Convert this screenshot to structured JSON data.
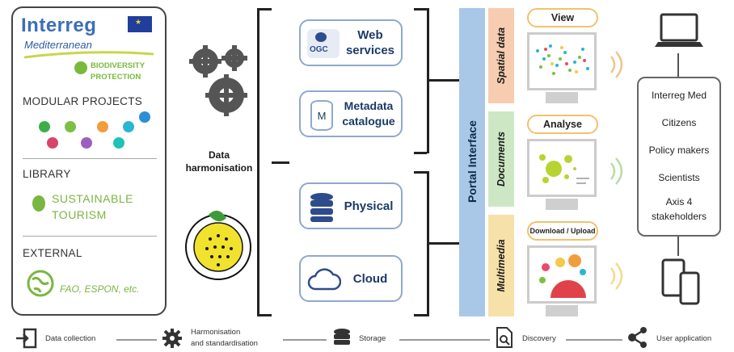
{
  "sources": {
    "logo": {
      "interreg": "Interreg",
      "mediterranean": "Mediterranean",
      "project_line1": "BIODIVERSITY",
      "project_line2": "PROTECTION"
    },
    "modular_projects": "MODULAR PROJECTS",
    "library": "LIBRARY",
    "tourism_line1": "SUSTAINABLE",
    "tourism_line2": "TOURISM",
    "external": "EXTERNAL",
    "external_sources": "FAO, ESPON, etc.",
    "project_dot_colors": [
      "#3fae49",
      "#7bc043",
      "#f39c3b",
      "#2ab5d1",
      "#d9446a",
      "#9b5fc0",
      "#1ec3b6",
      "#2c8fd6"
    ]
  },
  "harmonisation": {
    "label_line1": "Data",
    "label_line2": "harmonisation"
  },
  "storage": {
    "web_line1": "Web",
    "web_line2": "services",
    "web_logo": "OGC",
    "meta_line1": "Metadata",
    "meta_line2": "catalogue",
    "meta_logo": "M",
    "physical": "Physical",
    "cloud": "Cloud"
  },
  "portal": {
    "title": "Portal Interface",
    "tabs": [
      {
        "label": "Spatial data",
        "color": "#f7ccb0"
      },
      {
        "label": "Documents",
        "color": "#cde7c4"
      },
      {
        "label": "Multimedia",
        "color": "#f6e1a8"
      }
    ],
    "actions": [
      "View",
      "Analyse",
      "Download / Upload"
    ]
  },
  "users": [
    "Interreg Med",
    "Citizens",
    "Policy makers",
    "Scientists",
    "Axis 4",
    "stakeholders"
  ],
  "flow": [
    "Data collection",
    "Harmonisation",
    "and standardisation",
    "Storage",
    "Discovery",
    "User application"
  ]
}
